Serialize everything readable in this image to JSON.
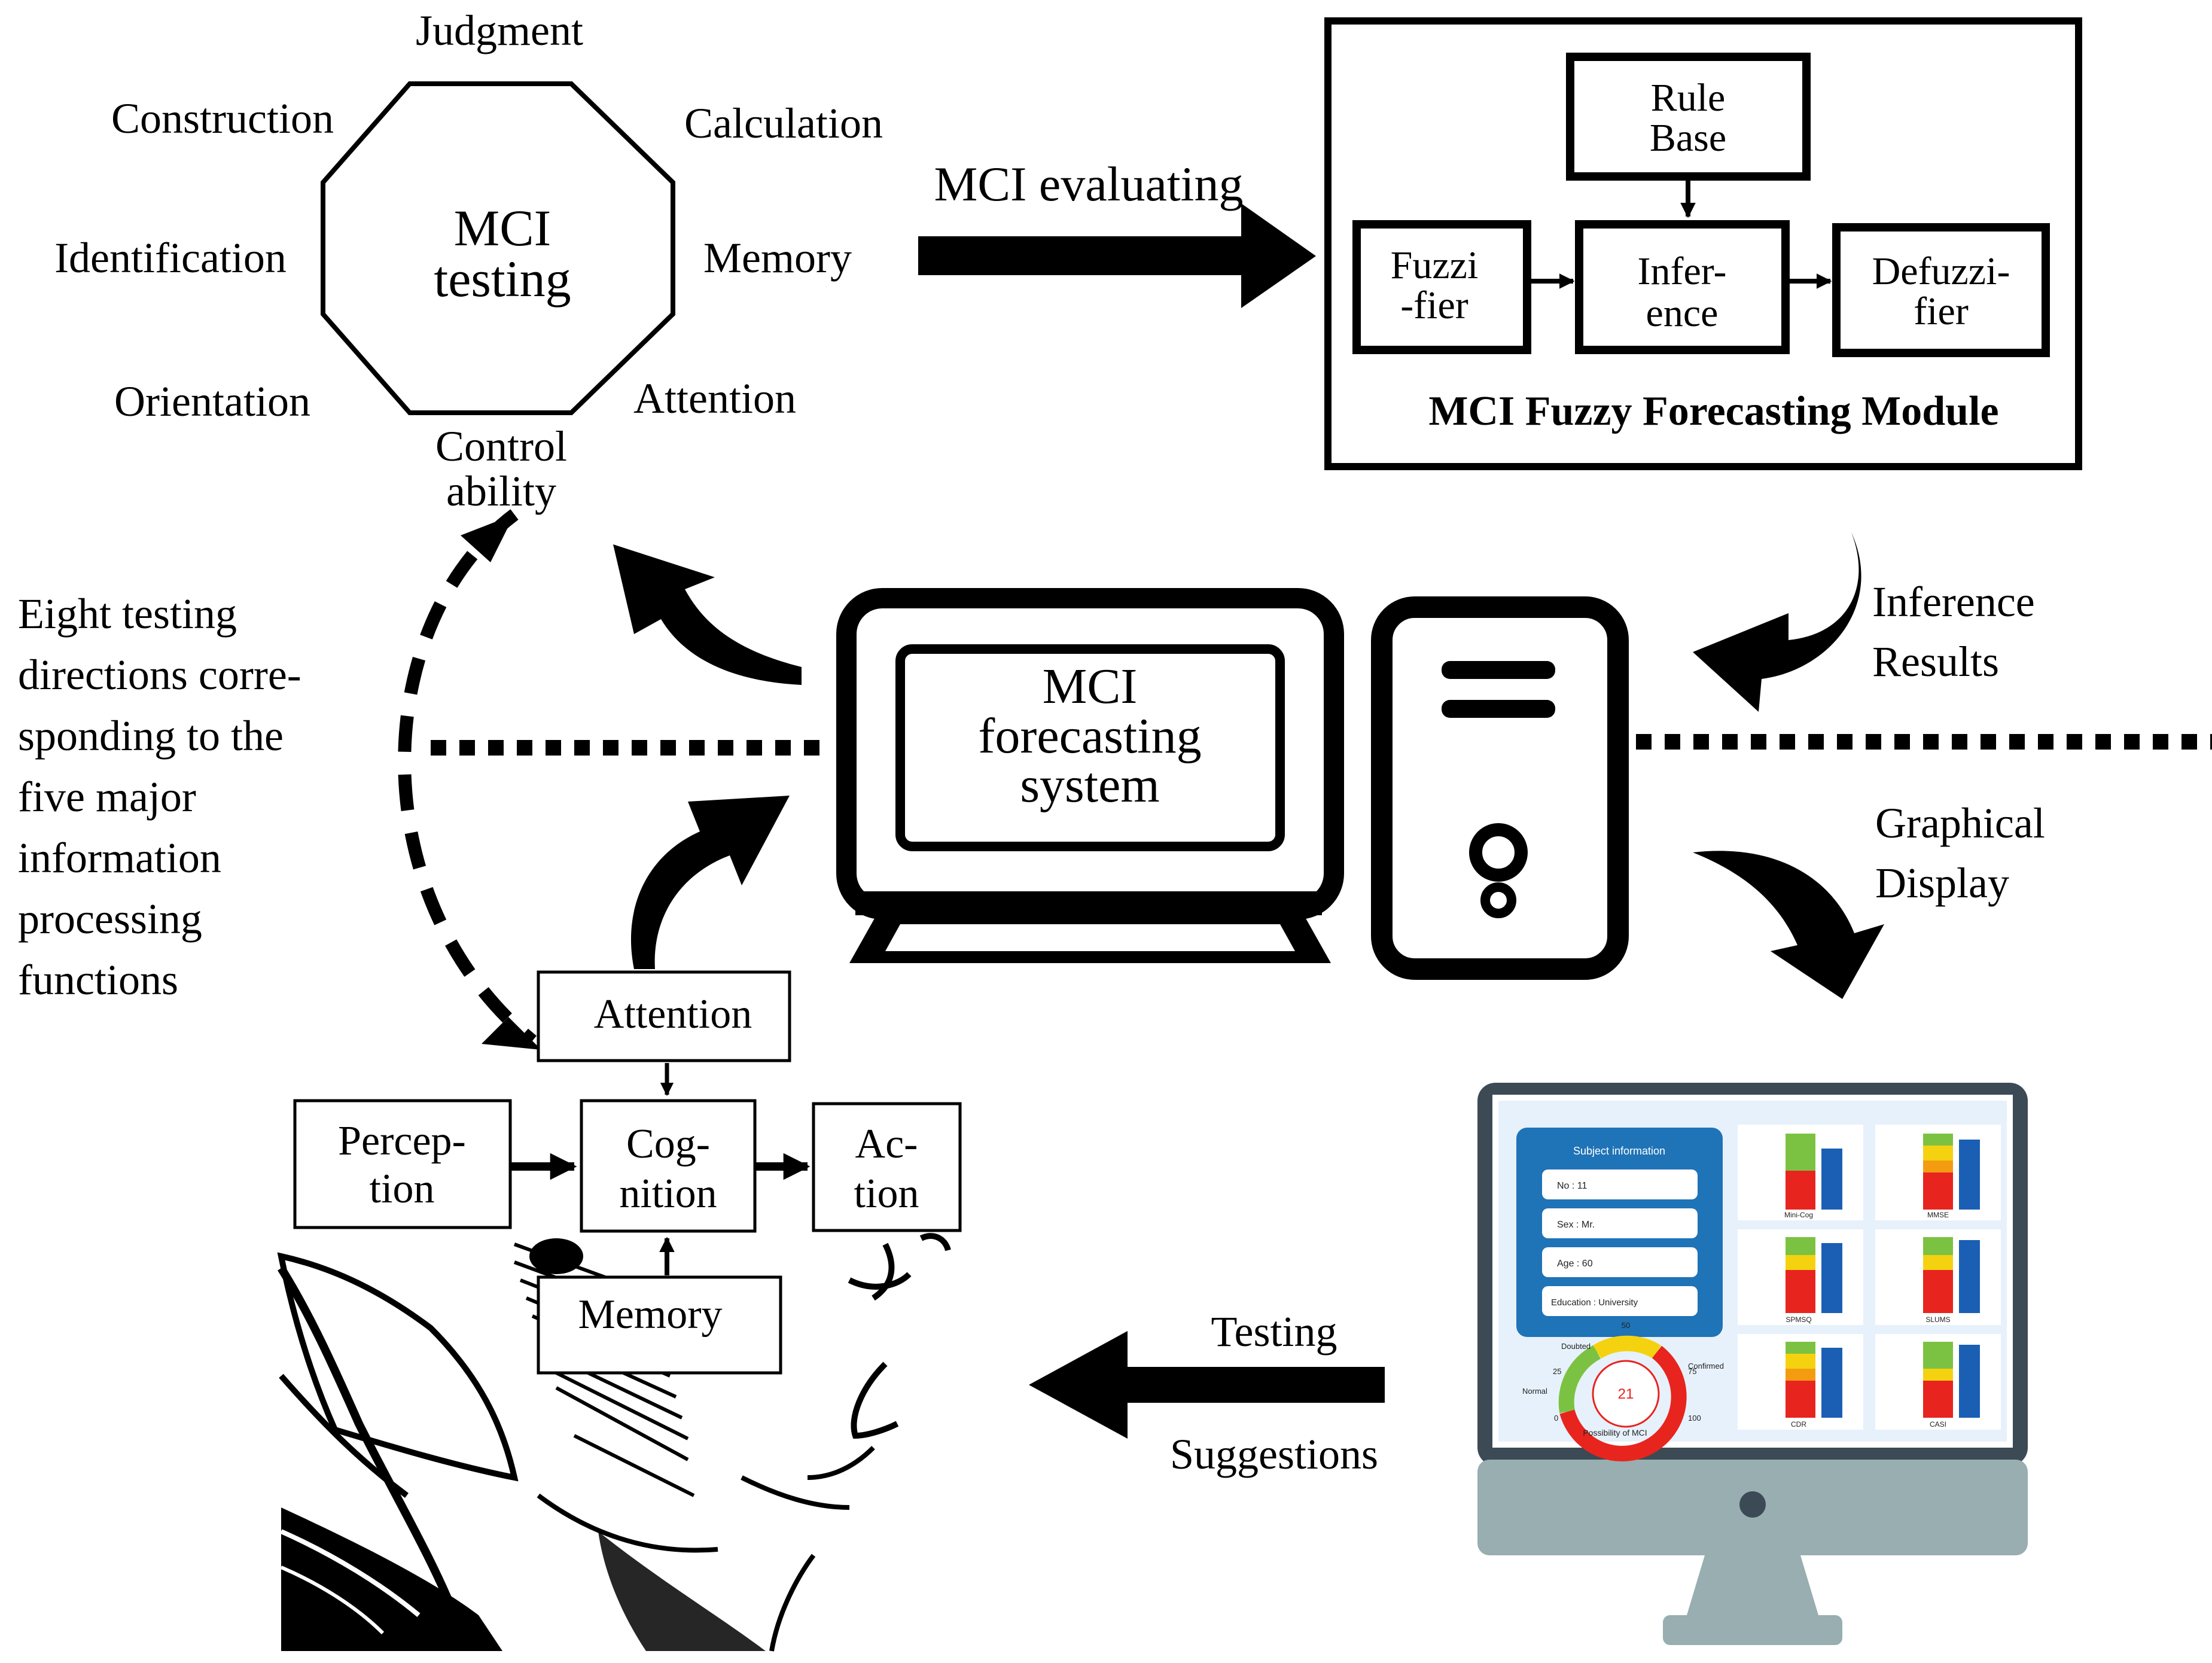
{
  "octagon": {
    "center": [
      "MCI",
      "testing"
    ],
    "labels": {
      "judgment": "Judgment",
      "calculation": "Calculation",
      "memory": "Memory",
      "attention": "Attention",
      "control": [
        "Control",
        "ability"
      ],
      "orientation": "Orientation",
      "identification": "Identification",
      "construction": "Construction"
    }
  },
  "evaluating_label": "MCI evaluating",
  "fuzzy_module": {
    "title": "MCI Fuzzy Forecasting Module",
    "rule_base": [
      "Rule",
      "Base"
    ],
    "fuzzifier": [
      "Fuzzi",
      "-fier"
    ],
    "inference": [
      "Infer-",
      "ence"
    ],
    "defuzzifier": [
      "Defuzzi-",
      "fier"
    ]
  },
  "system": [
    "MCI",
    "forecasting",
    "system"
  ],
  "inference_results": [
    "Inference",
    "Results"
  ],
  "graphical_display": [
    "Graphical",
    "Display"
  ],
  "testing_suggestions": {
    "top": "Testing",
    "bottom": "Suggestions"
  },
  "eight_directions": [
    "Eight testing",
    "directions corre-",
    "sponding to the",
    "five major",
    "information",
    "processing",
    "functions"
  ],
  "processing": {
    "attention": "Attention",
    "perception": [
      "Percep-",
      "tion"
    ],
    "cognition": [
      "Cog-",
      "nition"
    ],
    "action": [
      "Ac-",
      "tion"
    ],
    "memory": "Memory"
  },
  "dashboard": {
    "panel_title": "Subject information",
    "fields": [
      "No : 11",
      "Sex : Mr.",
      "Age : 60",
      "Education : University"
    ],
    "gauge": {
      "value": "21",
      "ticks": [
        "0",
        "25",
        "50",
        "75",
        "100"
      ],
      "zones": [
        "Normal",
        "Doubted",
        "Confirmed"
      ],
      "caption": "Possibility of MCI"
    },
    "charts": [
      "Mini-Cog",
      "MMSE",
      "SPMSQ",
      "SLUMS",
      "CDR",
      "CASI"
    ]
  },
  "colors": {
    "ink": "#000000",
    "screen_blue": "#1f73b7",
    "bar_blue": "#1a5fb4",
    "red": "#e8241f",
    "yellow": "#f5d20f",
    "green": "#7cc242",
    "stand_gray": "#98aeb0",
    "bezel": "#3b4a55"
  }
}
